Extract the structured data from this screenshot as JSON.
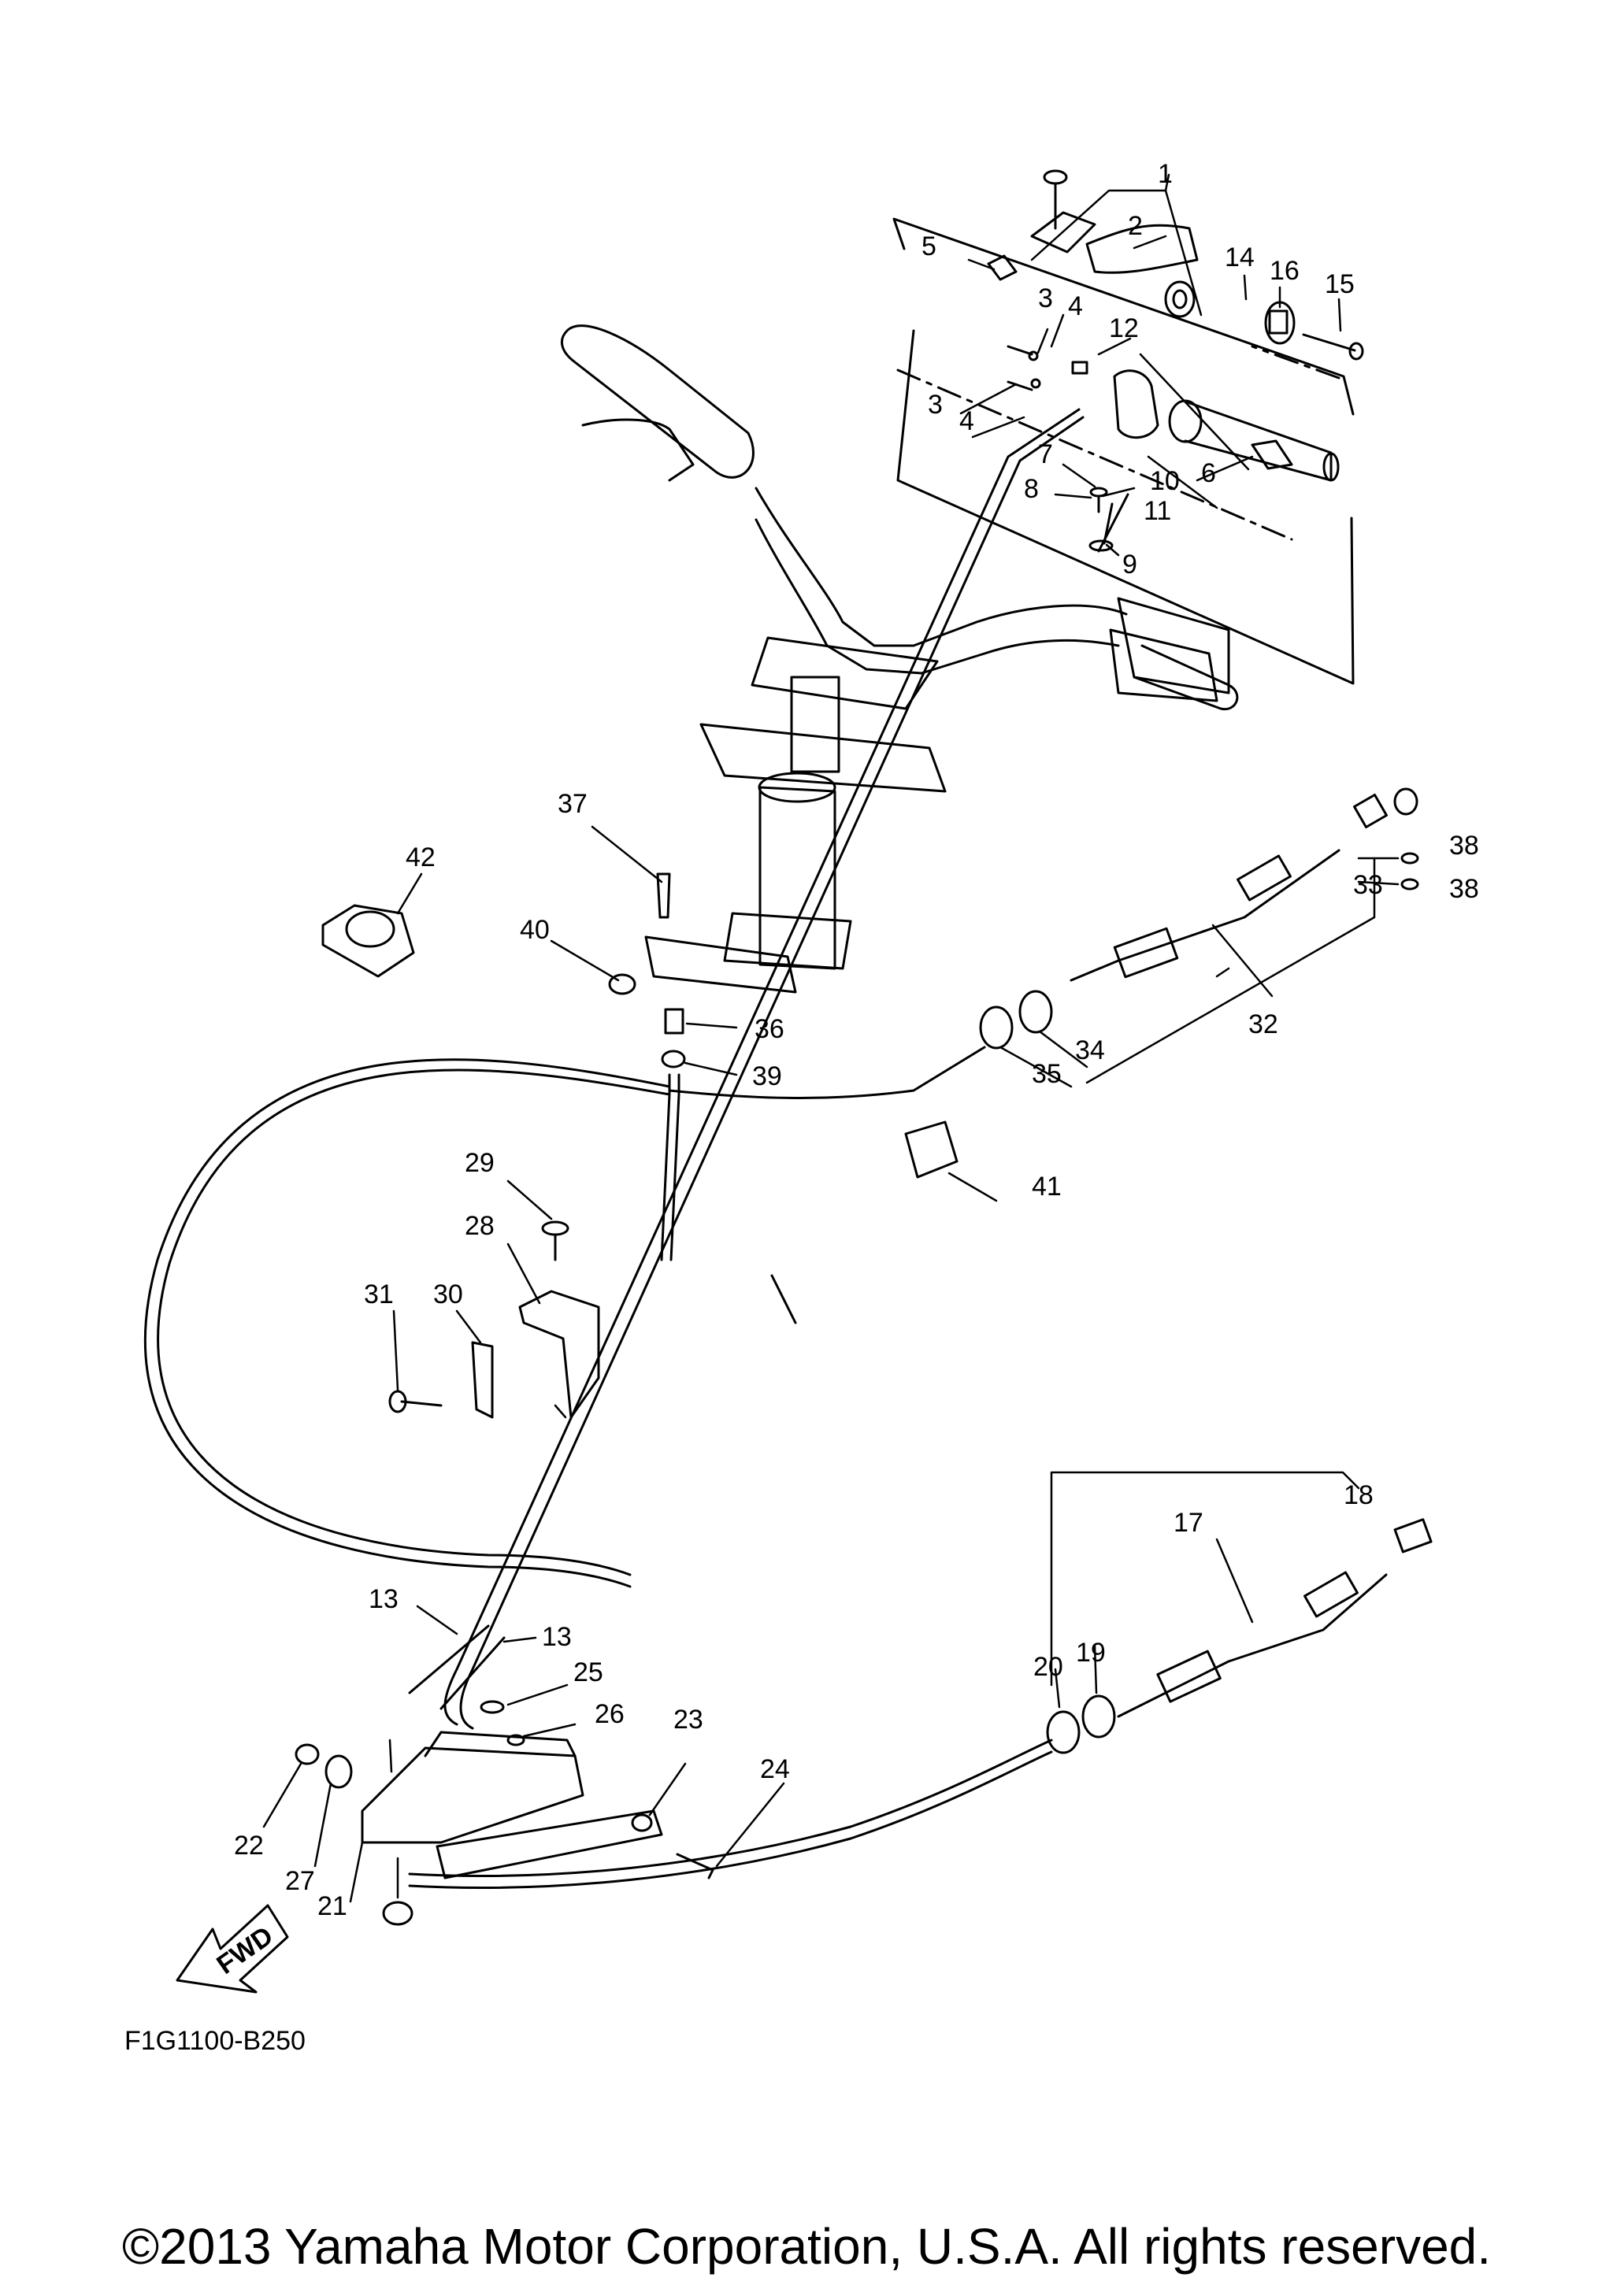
{
  "diagram": {
    "part_numbers": [
      "1",
      "2",
      "3",
      "3",
      "4",
      "4",
      "5",
      "6",
      "7",
      "8",
      "9",
      "10",
      "11",
      "12",
      "13",
      "13",
      "14",
      "15",
      "16",
      "17",
      "18",
      "19",
      "20",
      "21",
      "22",
      "23",
      "24",
      "25",
      "26",
      "27",
      "28",
      "29",
      "30",
      "31",
      "32",
      "33",
      "34",
      "35",
      "36",
      "37",
      "38",
      "38",
      "39",
      "40",
      "41",
      "42"
    ],
    "direction_label": "FWD",
    "figure_code": "F1G1100-B250"
  },
  "footer": {
    "copyright": "©2013 Yamaha Motor Corporation, U.S.A. All rights reserved."
  }
}
